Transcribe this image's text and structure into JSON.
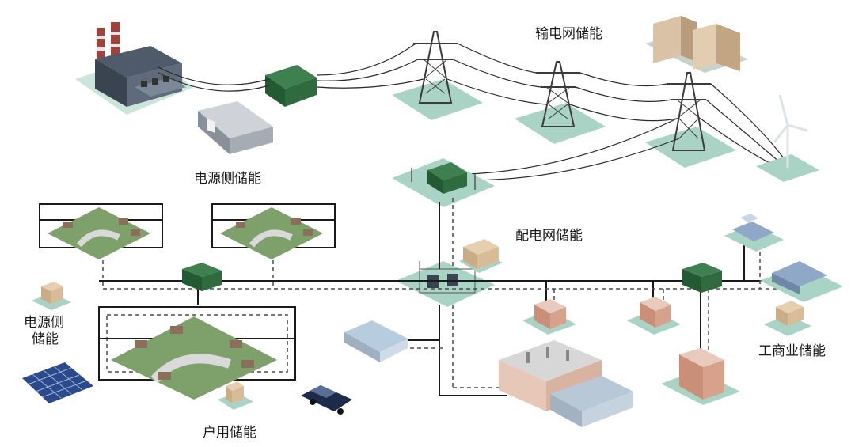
{
  "labels": {
    "transmission": "输电网储能",
    "source_side": "电源侧储能",
    "distribution": "配电网储能",
    "source_side_left_line1": "电源侧",
    "source_side_left_line2": "储能",
    "commercial_industrial": "工商业储能",
    "household": "户用储能"
  },
  "colors": {
    "ground": "#a9d3c4",
    "transformer": "#2f6b3f",
    "tower": "#3b3b3b",
    "line_solid": "#1a1a1a",
    "line_dashed": "#4a4a4a",
    "building_wall": "#d6b89a",
    "building_brick": "#c98f78",
    "roof_blue": "#8fa8c8",
    "solar_panel": "#2b4a8c",
    "car": "#1d2a4a"
  },
  "icons": [
    "power-plant-icon",
    "battery-container-icon",
    "transformer-icon",
    "transmission-tower-icon",
    "substation-icon",
    "wind-turbine-icon",
    "residential-community-icon",
    "solar-panel-icon",
    "electric-car-icon",
    "factory-icon",
    "office-building-icon"
  ]
}
